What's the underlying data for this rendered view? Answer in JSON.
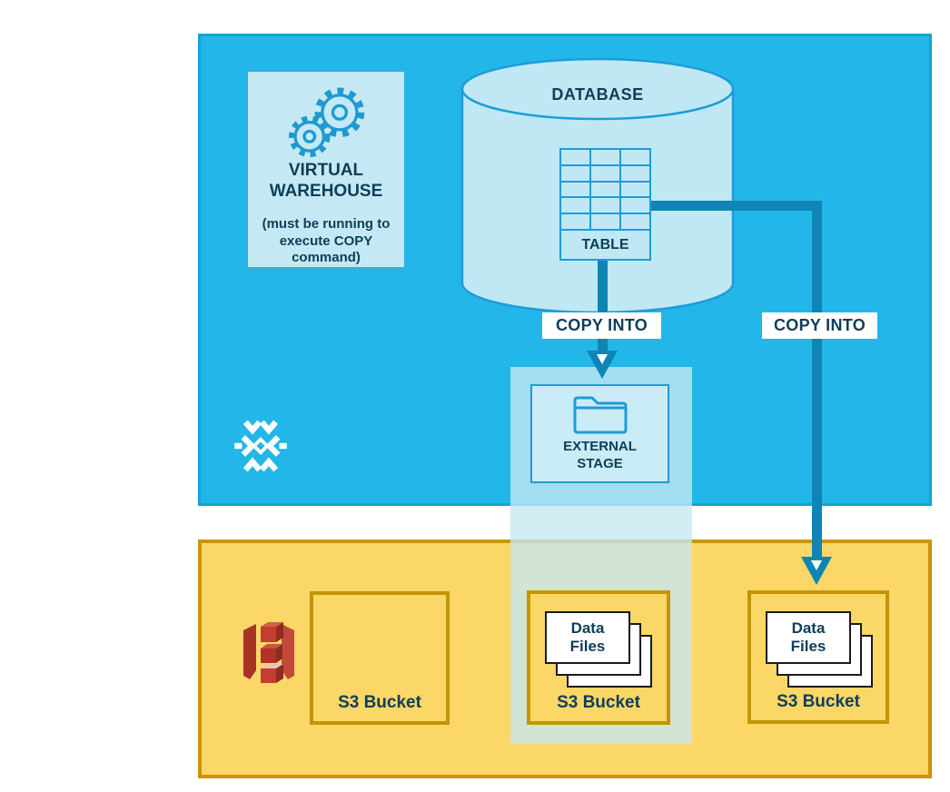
{
  "colors": {
    "snowflake_region_bg": "#23b6e9",
    "snowflake_region_border": "#0da5d9",
    "aws_region_bg": "#fbd767",
    "aws_region_border": "#c89507",
    "bucket_border": "#c49502",
    "panel_bg": "#c5e9f4",
    "cylinder_fill": "#bfe8f4",
    "outline_blue": "#1e9cd7",
    "connector_teal": "#0e86b5",
    "dark_text": "#0e3e58",
    "s3_icon_red": "#b0392e",
    "highlight_band": "rgba(199,232,242,0.78)"
  },
  "virtual_warehouse": {
    "title": "VIRTUAL WAREHOUSE",
    "note": "(must be running to execute COPY command)",
    "icon": "gears-icon"
  },
  "database": {
    "label": "DATABASE",
    "table": {
      "label": "TABLE",
      "columns": 3,
      "rows": 5
    }
  },
  "copy_into": {
    "left_label": "COPY INTO",
    "right_label": "COPY INTO"
  },
  "external_stage": {
    "label": "EXTERNAL STAGE",
    "icon": "folder-icon"
  },
  "snowflake_logo": "snowflake-logo-icon",
  "aws": {
    "icon": "aws-s3-icon",
    "buckets": [
      {
        "label": "S3 Bucket",
        "files": ""
      },
      {
        "label": "S3 Bucket",
        "files": "Data Files"
      },
      {
        "label": "S3 Bucket",
        "files": "Data Files"
      }
    ]
  }
}
